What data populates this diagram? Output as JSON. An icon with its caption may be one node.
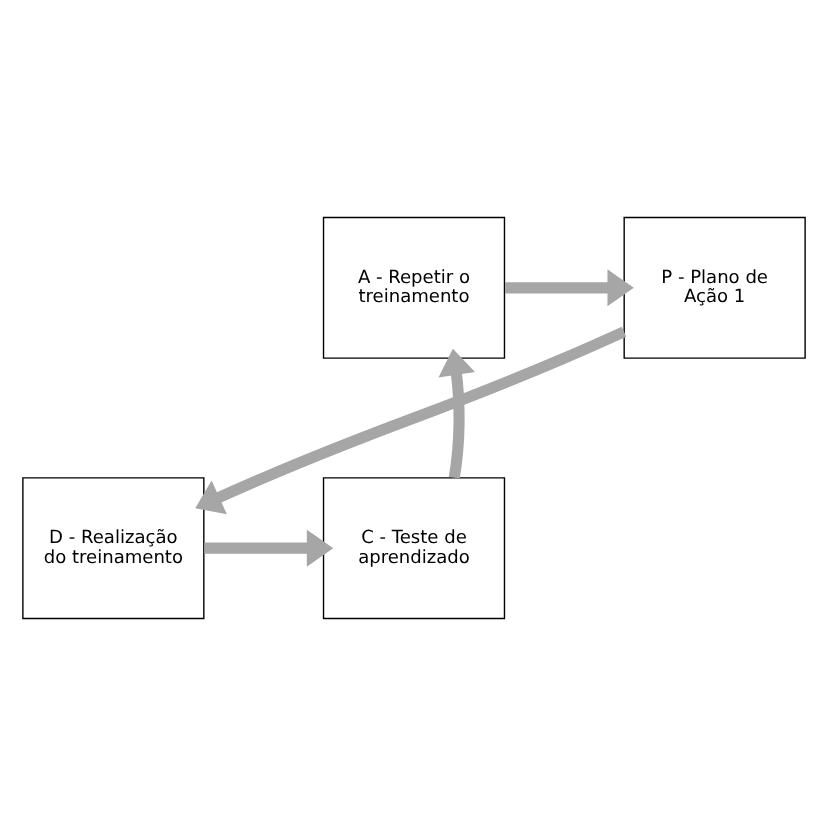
{
  "diagram": {
    "nodes": [
      {
        "text": [
          "A - Repetir o treinamento"
        ]
      },
      {
        "text": [
          "P - Plano de Ação 1"
        ]
      },
      {
        "text": [
          "C - Teste de aprendizado"
        ]
      },
      {
        "text": [
          "D - Realização do treinamento"
        ]
      }
    ],
    "edges": [
      {
        "from": 0,
        "to": 1,
        "arrow": "to"
      },
      {
        "from": 1,
        "to": 3,
        "arrow": "to"
      },
      {
        "from": 3,
        "to": 2,
        "arrow": "to"
      },
      {
        "from": 2,
        "to": 0,
        "arrow": "to"
      }
    ]
  }
}
